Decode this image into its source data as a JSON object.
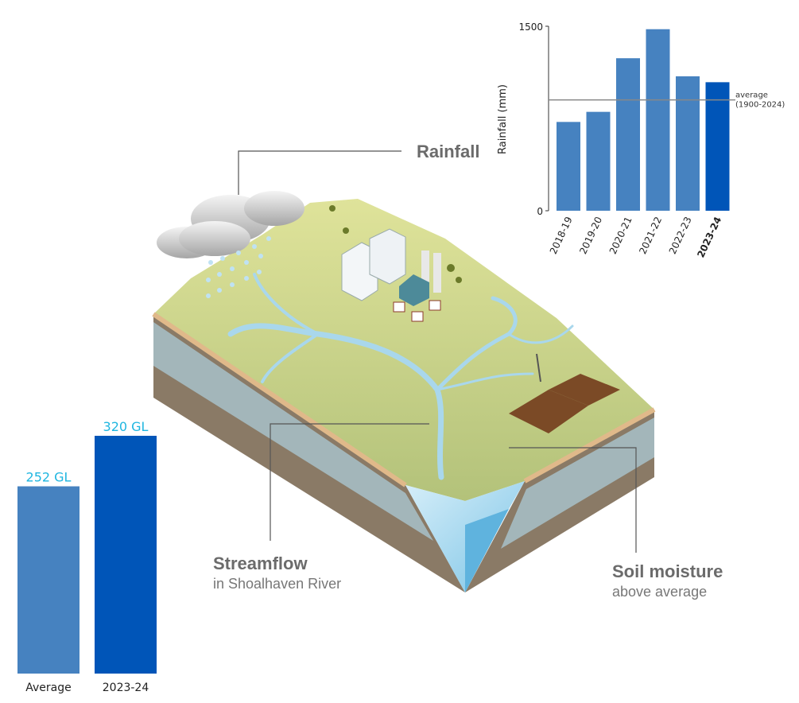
{
  "callouts": {
    "rainfall": {
      "title": "Rainfall"
    },
    "streamflow": {
      "title": "Streamflow",
      "subtitle": "in Shoalhaven River"
    },
    "soil_moisture": {
      "title": "Soil moisture",
      "subtitle": "above average"
    }
  },
  "colors": {
    "bar": "#4682c0",
    "highlight": "#0055b8",
    "gl_label": "#1fb6e0",
    "callout": "#6b6b6b"
  },
  "chart_data": [
    {
      "type": "bar",
      "title": "",
      "xlabel": "",
      "ylabel": "Rainfall (mm)",
      "ylim": [
        0,
        1500
      ],
      "yticks": [
        "0",
        "1500"
      ],
      "categories": [
        "2018-19",
        "2019-20",
        "2020-21",
        "2021-22",
        "2022-23",
        "2023-24"
      ],
      "values": [
        722,
        804,
        1240,
        1476,
        1093,
        1045
      ],
      "highlight": "2023-24",
      "reference_line": {
        "value": 901,
        "label_line1": "average",
        "label_line2": "(1900-2024)"
      }
    },
    {
      "type": "bar",
      "title": "",
      "ylabel": "",
      "categories": [
        "Average",
        "2023-24"
      ],
      "values": [
        252,
        320
      ],
      "value_labels": [
        "252 GL",
        "320 GL"
      ],
      "unit": "GL"
    }
  ]
}
